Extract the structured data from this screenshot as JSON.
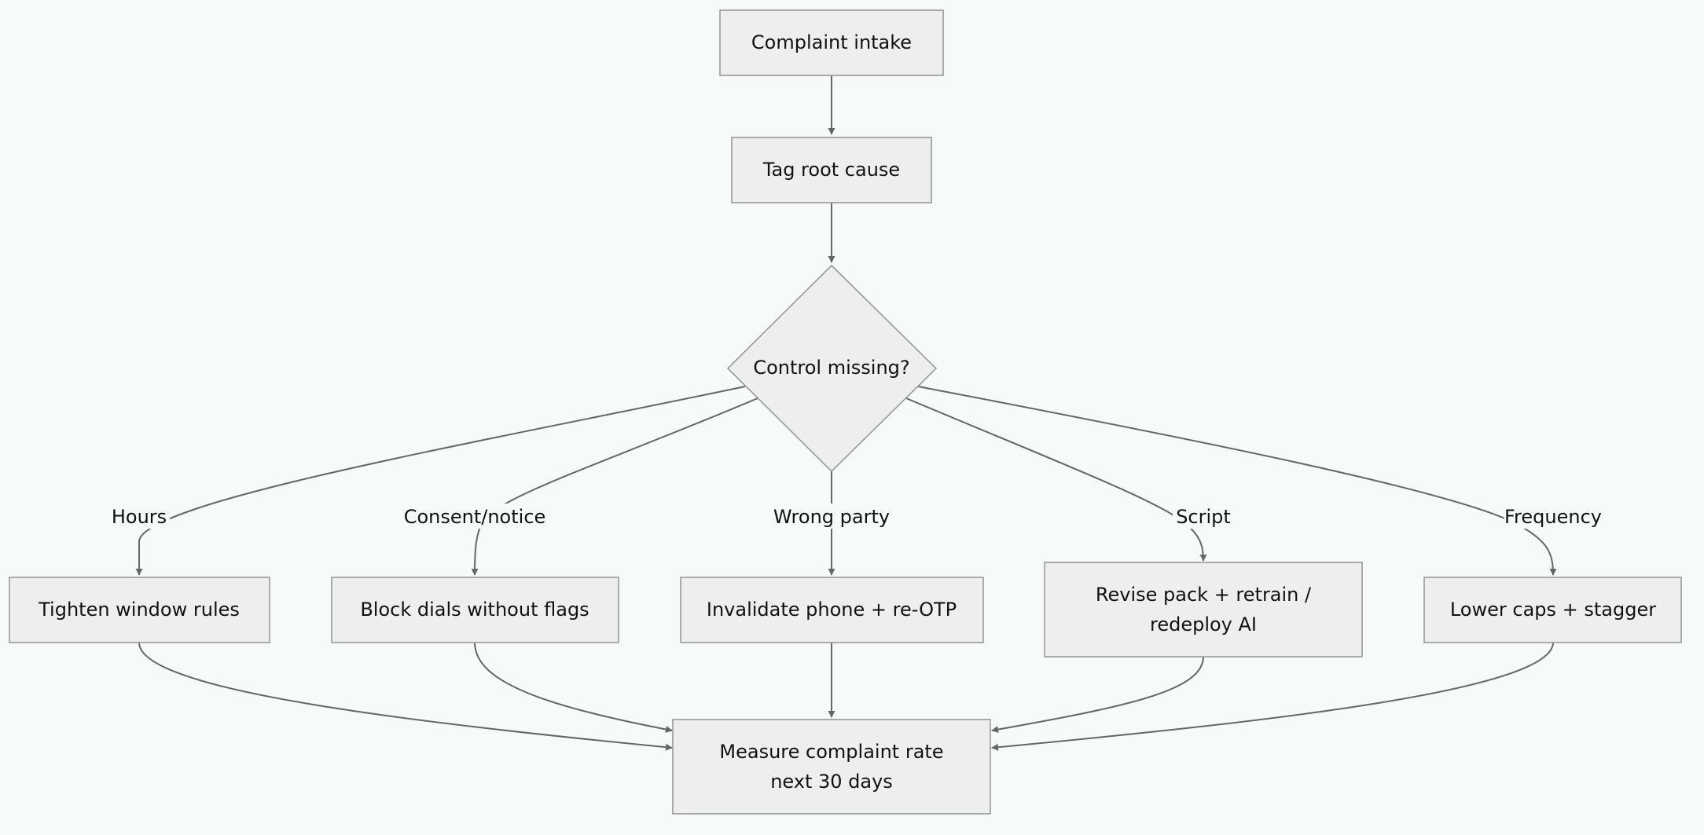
{
  "diagram": {
    "nodes": {
      "intake": {
        "lines": [
          "Complaint intake"
        ]
      },
      "tag": {
        "lines": [
          "Tag root cause"
        ]
      },
      "decision": {
        "lines": [
          "Control missing?"
        ]
      },
      "hours_action": {
        "lines": [
          "Tighten window rules"
        ]
      },
      "consent_action": {
        "lines": [
          "Block dials without flags"
        ]
      },
      "wrongparty_action": {
        "lines": [
          "Invalidate phone + re-OTP"
        ]
      },
      "script_action": {
        "lines": [
          "Revise pack + retrain /",
          "redeploy AI"
        ]
      },
      "frequency_action": {
        "lines": [
          "Lower caps + stagger"
        ]
      },
      "measure": {
        "lines": [
          "Measure complaint rate",
          "next 30 days"
        ]
      }
    },
    "edge_labels": {
      "hours": "Hours",
      "consent": "Consent/notice",
      "wrong_party": "Wrong party",
      "script": "Script",
      "frequency": "Frequency"
    }
  }
}
